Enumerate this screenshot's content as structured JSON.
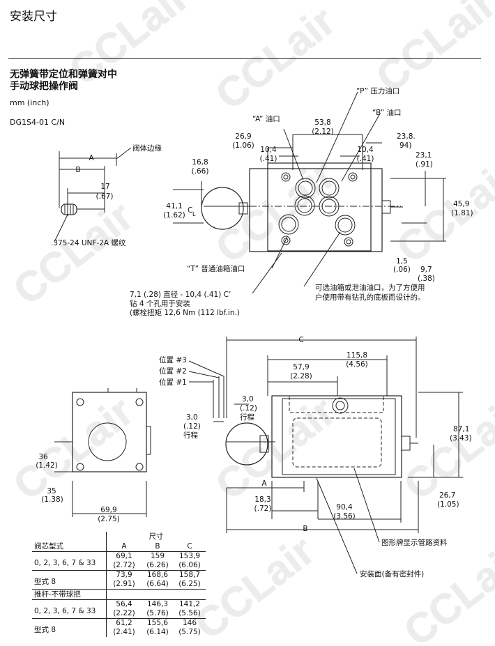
{
  "title": "安装尺寸",
  "subtitle": [
    "无弹簧带定位和弹簧对中",
    "手动球把操作阀"
  ],
  "units": "mm (inch)",
  "model": "DG1S4-01 C/N",
  "watermark": "CCLair",
  "top_view": {
    "labels": [
      {
        "id": "A",
        "text": "A"
      },
      {
        "id": "B",
        "text": "B"
      },
      {
        "id": "valve_edge",
        "text": "阀体边缘"
      },
      {
        "id": "dim17",
        "text": "17"
      },
      {
        "id": "dim17i",
        "text": "(.67)"
      },
      {
        "id": "thread",
        "text": ".375-24 UNF-2A 螺纹"
      },
      {
        "id": "port_p",
        "text": "“P” 压力油口"
      },
      {
        "id": "port_a",
        "text": "“A” 油口"
      },
      {
        "id": "port_b",
        "text": "“B” 油口"
      },
      {
        "id": "d538",
        "text": "53,8"
      },
      {
        "id": "d538i",
        "text": "(2.12)"
      },
      {
        "id": "d269",
        "text": "26,9"
      },
      {
        "id": "d269i",
        "text": "(1.06)"
      },
      {
        "id": "d2338",
        "text": "23,8."
      },
      {
        "id": "d2338i",
        "text": "94)"
      },
      {
        "id": "d104a",
        "text": "10,4"
      },
      {
        "id": "d104ai",
        "text": "(.41)"
      },
      {
        "id": "d104b",
        "text": "10,4"
      },
      {
        "id": "d104bi",
        "text": "(.41)"
      },
      {
        "id": "d168",
        "text": "16,8"
      },
      {
        "id": "d168i",
        "text": "(.66)"
      },
      {
        "id": "d231",
        "text": "23,1"
      },
      {
        "id": "d231i",
        "text": "(.91)"
      },
      {
        "id": "d411",
        "text": "41,1"
      },
      {
        "id": "d411i",
        "text": "(1.62)"
      },
      {
        "id": "cl",
        "text": "C"
      },
      {
        "id": "cl_sub",
        "text": "L"
      },
      {
        "id": "d459",
        "text": "45,9"
      },
      {
        "id": "d459i",
        "text": "(1.81)"
      },
      {
        "id": "d15",
        "text": "1,5"
      },
      {
        "id": "d15i",
        "text": "(.06)"
      },
      {
        "id": "d97",
        "text": "9,7"
      },
      {
        "id": "d97i",
        "text": "(.38)"
      },
      {
        "id": "port_t",
        "text": "“T” 普通油箱油口"
      },
      {
        "id": "bolt1",
        "text": "7,1 (.28) 直径 - 10,4 (.41) C’"
      },
      {
        "id": "bolt2",
        "text": "钻 4 个孔用于安装"
      },
      {
        "id": "bolt3",
        "text": "(螺栓扭矩 12,6 Nm (112 lbf.in.)"
      },
      {
        "id": "drain1",
        "text": "可选油箱或泄油油口，为了方便用"
      },
      {
        "id": "drain2",
        "text": "户使用带有钻孔的底板而设计的。"
      }
    ]
  },
  "side_view": {
    "labels": [
      {
        "id": "pos3",
        "text": "位置 #3"
      },
      {
        "id": "pos2",
        "text": "位置 #2"
      },
      {
        "id": "pos1",
        "text": "位置 #1"
      },
      {
        "id": "C",
        "text": "C"
      },
      {
        "id": "d1158",
        "text": "115,8"
      },
      {
        "id": "d1158i",
        "text": "(4.56)"
      },
      {
        "id": "d579",
        "text": "57,9"
      },
      {
        "id": "d579i",
        "text": "(2.28)"
      },
      {
        "id": "st1",
        "text": "3,0"
      },
      {
        "id": "st1i",
        "text": "(.12)"
      },
      {
        "id": "st1t",
        "text": "行程"
      },
      {
        "id": "st2",
        "text": "3,0"
      },
      {
        "id": "st2i",
        "text": "(.12)"
      },
      {
        "id": "st2t",
        "text": "行程"
      },
      {
        "id": "d871",
        "text": "87,1"
      },
      {
        "id": "d871i",
        "text": "(3.43)"
      },
      {
        "id": "d36",
        "text": "36"
      },
      {
        "id": "d36i",
        "text": "(1.42)"
      },
      {
        "id": "d35",
        "text": "35"
      },
      {
        "id": "d35i",
        "text": "(1.38)"
      },
      {
        "id": "d699",
        "text": "69,9"
      },
      {
        "id": "d699i",
        "text": "(2.75)"
      },
      {
        "id": "A2",
        "text": "A"
      },
      {
        "id": "d183",
        "text": "18,3"
      },
      {
        "id": "d183i",
        "text": "(.72)"
      },
      {
        "id": "d904",
        "text": "90,4"
      },
      {
        "id": "d904i",
        "text": "(3.56)"
      },
      {
        "id": "d267",
        "text": "26,7"
      },
      {
        "id": "d267i",
        "text": "(1.05)"
      },
      {
        "id": "B2",
        "text": "B"
      },
      {
        "id": "nameplate",
        "text": "图形牌显示管路资料"
      },
      {
        "id": "mount",
        "text": "安装面(备有密封件)"
      }
    ]
  },
  "table": {
    "dim_header": "尺寸",
    "col_label": "阀芯型式",
    "cols": [
      "A",
      "B",
      "C"
    ],
    "rows": [
      {
        "label": "0, 2, 3, 6, 7 & 33",
        "values": [
          [
            "69,1",
            "(2.72)"
          ],
          [
            "159",
            "(6.26)"
          ],
          [
            "153,9",
            "(6.06)"
          ]
        ]
      },
      {
        "label": "型式 8",
        "values": [
          [
            "73,9",
            "(2.91)"
          ],
          [
            "168,6",
            "(6.64)"
          ],
          [
            "158,7",
            "(6.25)"
          ]
        ]
      }
    ],
    "group2": "推杆-不带球把",
    "rows2": [
      {
        "label": "0, 2, 3, 6, 7 & 33",
        "values": [
          [
            "56,4",
            "(2.22)"
          ],
          [
            "146,3",
            "(5.76)"
          ],
          [
            "141,2",
            "(5.56)"
          ]
        ]
      },
      {
        "label": "型式 8",
        "values": [
          [
            "61,2",
            "(2.41)"
          ],
          [
            "155,6",
            "(6.14)"
          ],
          [
            "146",
            "(5.75)"
          ]
        ]
      }
    ]
  }
}
